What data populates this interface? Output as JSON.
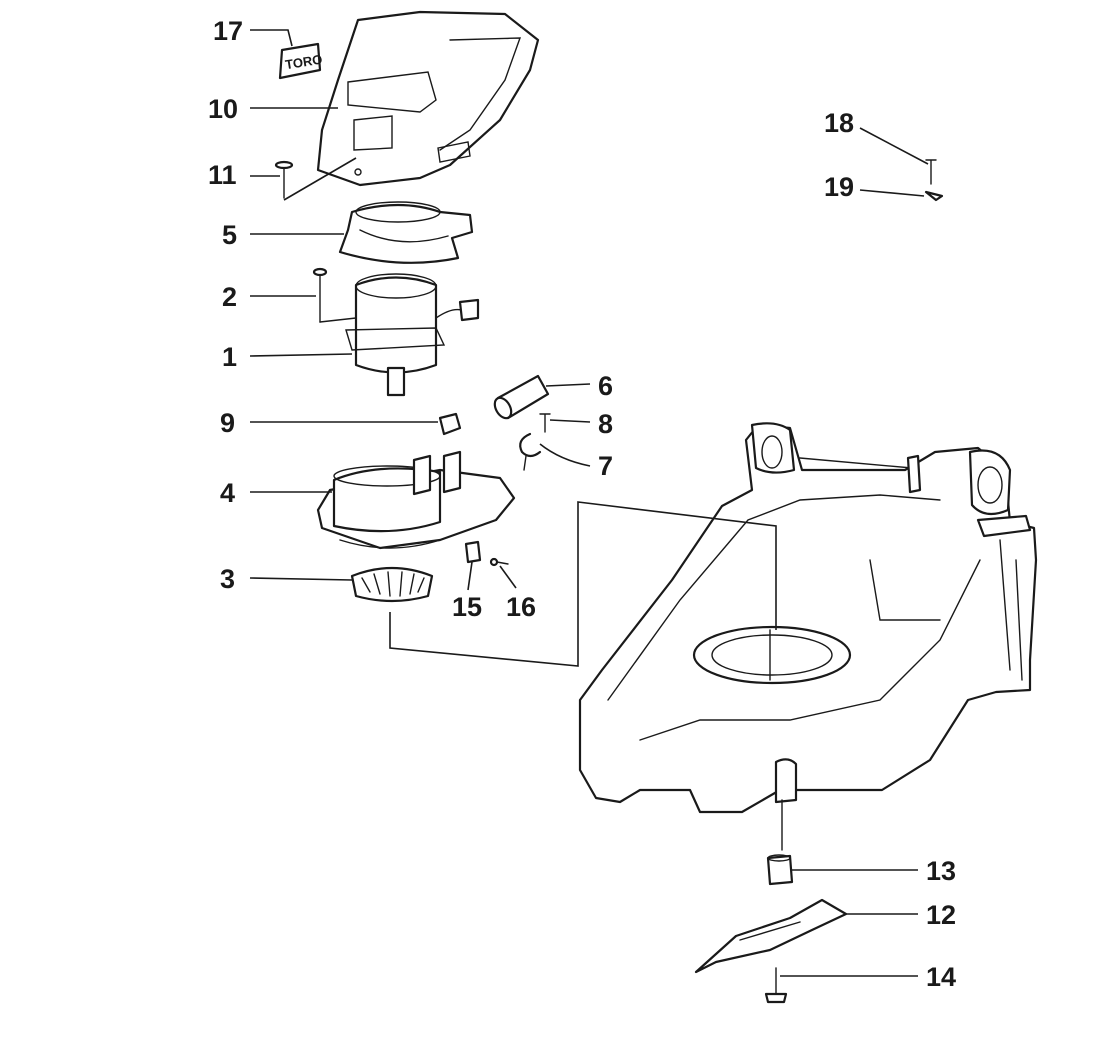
{
  "diagram": {
    "logo_text": "TORO",
    "callouts": {
      "c1": "1",
      "c2": "2",
      "c3": "3",
      "c4": "4",
      "c5": "5",
      "c6": "6",
      "c7": "7",
      "c8": "8",
      "c9": "9",
      "c10": "10",
      "c11": "11",
      "c12": "12",
      "c13": "13",
      "c14": "14",
      "c15": "15",
      "c16": "16",
      "c17": "17",
      "c18": "18",
      "c19": "19"
    }
  }
}
